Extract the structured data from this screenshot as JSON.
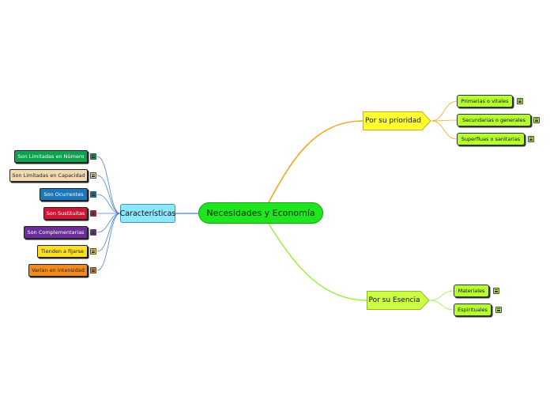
{
  "mindmap": {
    "root": {
      "label": "Necesidades y Economía",
      "color": "#1ee51e"
    },
    "left_topic": {
      "label": "Características",
      "color": "#8fe6ff",
      "children": [
        {
          "label": "Son Limitadas en Número",
          "color": "#0fa050",
          "text_color": "#ffffff"
        },
        {
          "label": "Son Limitadas en Capacidad",
          "color": "#f2d9b0",
          "text_color": "#222222"
        },
        {
          "label": "Son Ocurrentes",
          "color": "#1a78bf",
          "text_color": "#ffffff"
        },
        {
          "label": "Son Sustituitas",
          "color": "#cf1536",
          "text_color": "#ffffff"
        },
        {
          "label": "Son Complementarias",
          "color": "#6a2d99",
          "text_color": "#ffffff"
        },
        {
          "label": "Tienden a fijarse",
          "color": "#ffe020",
          "text_color": "#222222"
        },
        {
          "label": "Varían en intensidad",
          "color": "#f28a1e",
          "text_color": "#222222"
        }
      ]
    },
    "right_topics": [
      {
        "label": "Por su prioridad",
        "color": "#ffff33",
        "branch_color": "#f5a623",
        "children": [
          {
            "label": "Primarias o vitales"
          },
          {
            "label": "Secundarias o generales"
          },
          {
            "label": "Superfluas o sanitarias"
          }
        ]
      },
      {
        "label": "Por su Esencia",
        "color": "#ccff44",
        "branch_color": "#99ee33",
        "children": [
          {
            "label": "Materiales"
          },
          {
            "label": "Espirituales"
          }
        ]
      }
    ],
    "subtopic_color": "#b5ff2e",
    "note_icon": "note-lines-icon"
  }
}
